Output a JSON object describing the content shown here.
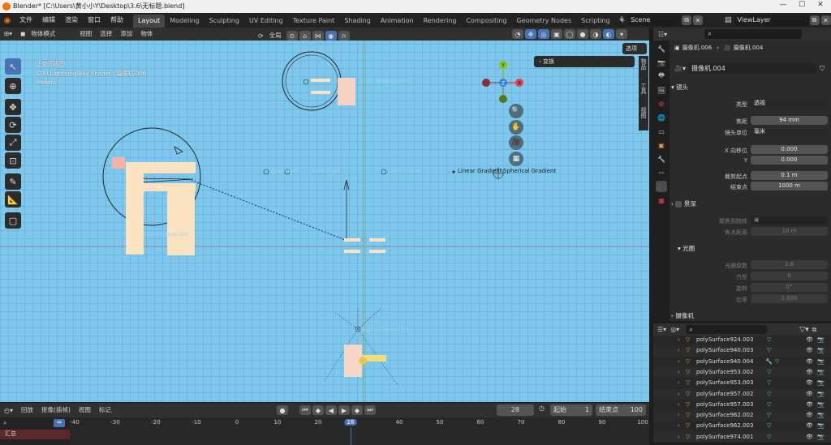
{
  "window": {
    "title": "Blender* [C:\\Users\\黄小小Y\\Desktop\\3.6\\无标题.blend]",
    "controls": [
      "—",
      "☐",
      "✕"
    ]
  },
  "menu": {
    "items": [
      "文件",
      "编辑",
      "渲染",
      "窗口",
      "帮助"
    ],
    "workspaces": [
      "Layout",
      "Modeling",
      "Sculpting",
      "UV Editing",
      "Texture Paint",
      "Shading",
      "Animation",
      "Rendering",
      "Compositing",
      "Geometry Nodes",
      "Scripting"
    ],
    "active_workspace": "Layout",
    "add_tab": "+",
    "scene_label": "Scene",
    "viewlayer_label": "ViewLayer"
  },
  "viewport_header": {
    "mode": "物体模式",
    "menus": [
      "视图",
      "选择",
      "添加",
      "物体"
    ],
    "transform_orientation": "全局",
    "options": "选项"
  },
  "viewport": {
    "view_name": "正交顶视图",
    "collection_info": "(28) Lightning Boy Shader | 摄像机.006",
    "units": "Meters",
    "transform_panel": "变换",
    "gizmo_axes": [
      "Y",
      "Z",
      "X"
    ],
    "object_labels": {
      "light_background": "Light (Background)",
      "spot_light": "Spot Light",
      "point_light": "Point Light",
      "light_extra": "Light (Extra)",
      "linear_gradient": "Linear Gradient",
      "spherical_gradient": "Spherical Gradient",
      "light_extra_001": "Light (Extra).001",
      "light_character": "Light (Character)"
    },
    "right_tabs": [
      "物品",
      "工具",
      "视图"
    ]
  },
  "properties": {
    "breadcrumb_object": "摄像机.006",
    "breadcrumb_data": "摄像机.004",
    "datablock_name": "摄像机.004",
    "search_placeholder": "",
    "lens_section": "镜头",
    "type_label": "类型",
    "type_value": "透视",
    "focal_label": "焦距",
    "focal_value": "94 mm",
    "lens_unit_label": "镜头单位",
    "lens_unit_value": "毫米",
    "shift_x_label": "X 向移位",
    "shift_x_value": "0.000",
    "shift_y_label": "Y",
    "shift_y_value": "0.000",
    "clip_start_label": "裁剪起点",
    "clip_start_value": "0.1 m",
    "clip_end_label": "结束点",
    "clip_end_value": "1000 m",
    "dof_section": "景深",
    "focus_object_label": "聚焦到物体",
    "focus_distance_label": "焦点距离",
    "focus_distance_value": "10 m",
    "aperture_section": "光圈",
    "fstop_label": "光圈级数",
    "fstop_value": "2.8",
    "blades_label": "刃型",
    "blades_value": "0",
    "rotation_label": "旋转",
    "rotation_value": "0°",
    "ratio_label": "比率",
    "ratio_value": "1.000",
    "camera_section": "摄像机"
  },
  "outliner": {
    "rows": [
      {
        "name": "polySurface924.003"
      },
      {
        "name": "polySurface940.003"
      },
      {
        "name": "polySurface940.004"
      },
      {
        "name": "polySurface953.002"
      },
      {
        "name": "polySurface953.003"
      },
      {
        "name": "polySurface957.002"
      },
      {
        "name": "polySurface957.003"
      },
      {
        "name": "polySurface962.002"
      },
      {
        "name": "polySurface962.003"
      },
      {
        "name": "polySurface974.001"
      }
    ]
  },
  "timeline": {
    "playback": "回放",
    "keying": "抠像(插帧)",
    "view": "视图",
    "marker": "标记",
    "current_frame": "28",
    "start_label": "起始",
    "start_value": "1",
    "end_label": "结束点",
    "end_value": "100",
    "ticks": [
      "-40",
      "-30",
      "-20",
      "-10",
      "0",
      "10",
      "20",
      "28",
      "40",
      "50",
      "60",
      "70",
      "80",
      "90",
      "100"
    ],
    "summary": "汇总"
  },
  "colors": {
    "accent": "#4772b3",
    "viewport_bg": "#7ec8ee",
    "frame_indicator": "#4772b3",
    "axis_x": "#e0434f",
    "axis_y": "#8ac40e",
    "axis_z": "#2f83e3"
  }
}
